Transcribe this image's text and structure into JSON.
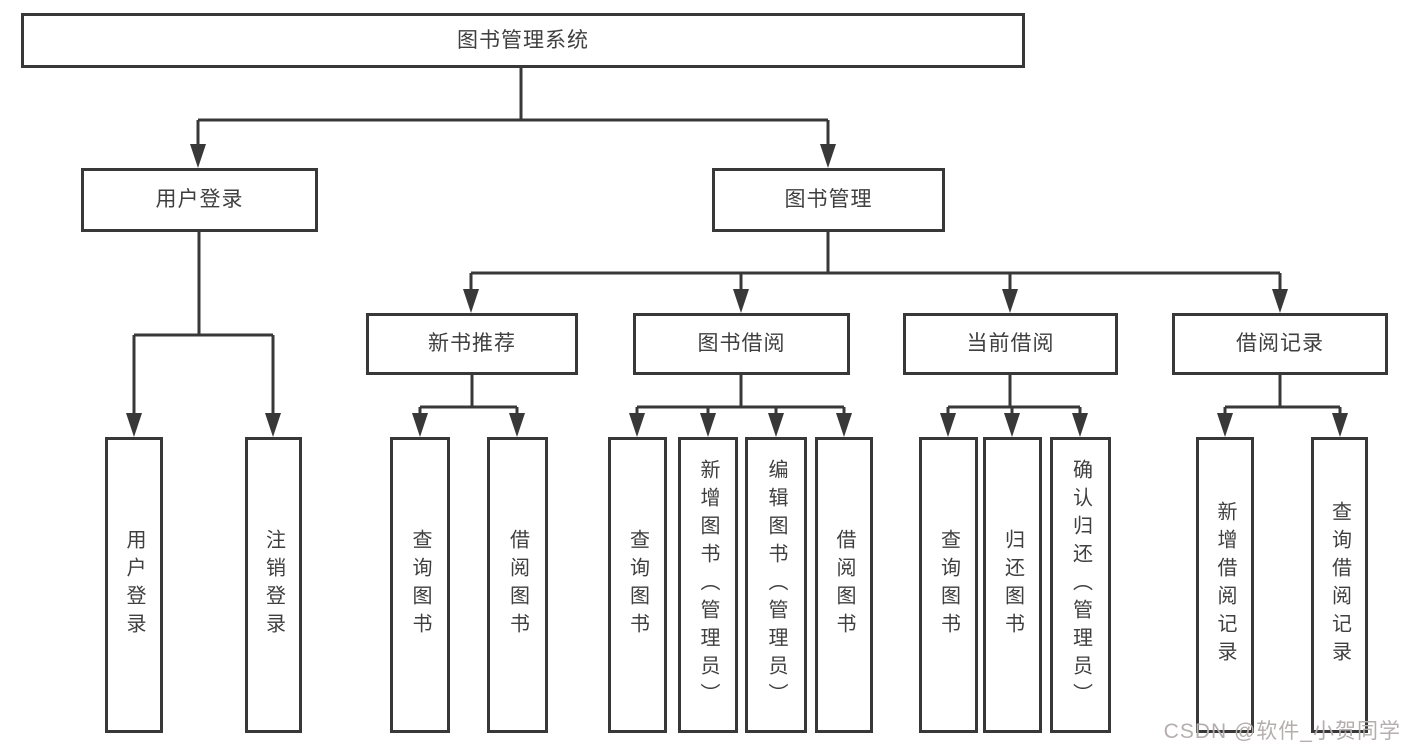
{
  "diagram": {
    "type": "hierarchy-tree",
    "colors": {
      "line": "#383838",
      "border": "#383838",
      "text": "#3f3f3f",
      "background": "#ffffff",
      "watermark_text_color": "#b5aeae"
    },
    "watermark": "CSDN @软件_小贺同学",
    "nodes": {
      "root": {
        "label": "图书管理系统"
      },
      "level2": [
        {
          "label": "用户登录",
          "parent": "图书管理系统"
        },
        {
          "label": "图书管理",
          "parent": "图书管理系统"
        }
      ],
      "level3": [
        {
          "label": "新书推荐",
          "parent": "图书管理"
        },
        {
          "label": "图书借阅",
          "parent": "图书管理"
        },
        {
          "label": "当前借阅",
          "parent": "图书管理"
        },
        {
          "label": "借阅记录",
          "parent": "图书管理"
        }
      ],
      "leaves": [
        {
          "label": "用户登录",
          "parent": "用户登录"
        },
        {
          "label": "注销登录",
          "parent": "用户登录"
        },
        {
          "label": "查询图书",
          "parent": "新书推荐"
        },
        {
          "label": "借阅图书",
          "parent": "新书推荐"
        },
        {
          "label": "查询图书",
          "parent": "图书借阅"
        },
        {
          "label": "新增图书（管理员）",
          "parent": "图书借阅"
        },
        {
          "label": "编辑图书（管理员）",
          "parent": "图书借阅"
        },
        {
          "label": "借阅图书",
          "parent": "图书借阅"
        },
        {
          "label": "查询图书",
          "parent": "当前借阅"
        },
        {
          "label": "归还图书",
          "parent": "当前借阅"
        },
        {
          "label": "确认归还（管理员）",
          "parent": "当前借阅"
        },
        {
          "label": "新增借阅记录",
          "parent": "借阅记录"
        },
        {
          "label": "查询借阅记录",
          "parent": "借阅记录"
        }
      ]
    }
  }
}
